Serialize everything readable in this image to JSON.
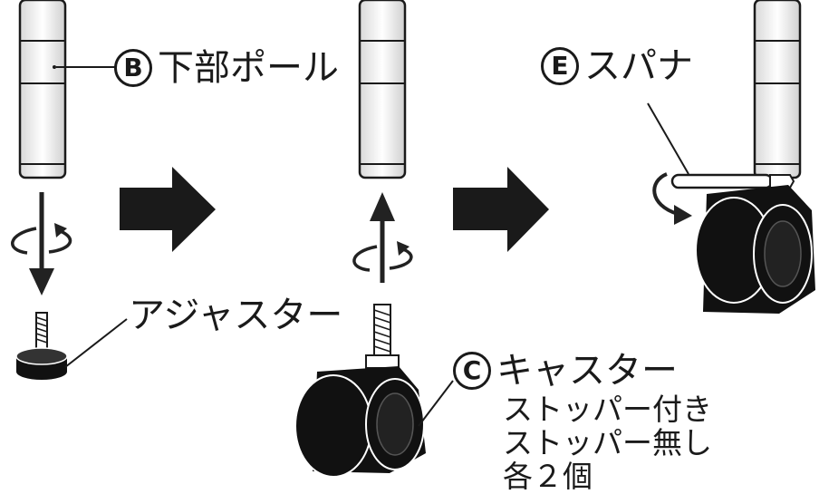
{
  "labels": {
    "b_badge": "B",
    "lower_pole": "下部ポール",
    "e_badge": "E",
    "spanner": "スパナ",
    "adjuster": "アジャスター",
    "c_badge": "C",
    "caster": "キャスター",
    "with_stopper": "ストッパー付き",
    "without_stopper": "ストッパー無し",
    "each_two": "各２個"
  },
  "colors": {
    "ink": "#1a1a1a",
    "pole_band": "#e6e6e6",
    "wheel": "#111111",
    "arrow": "#222222"
  }
}
